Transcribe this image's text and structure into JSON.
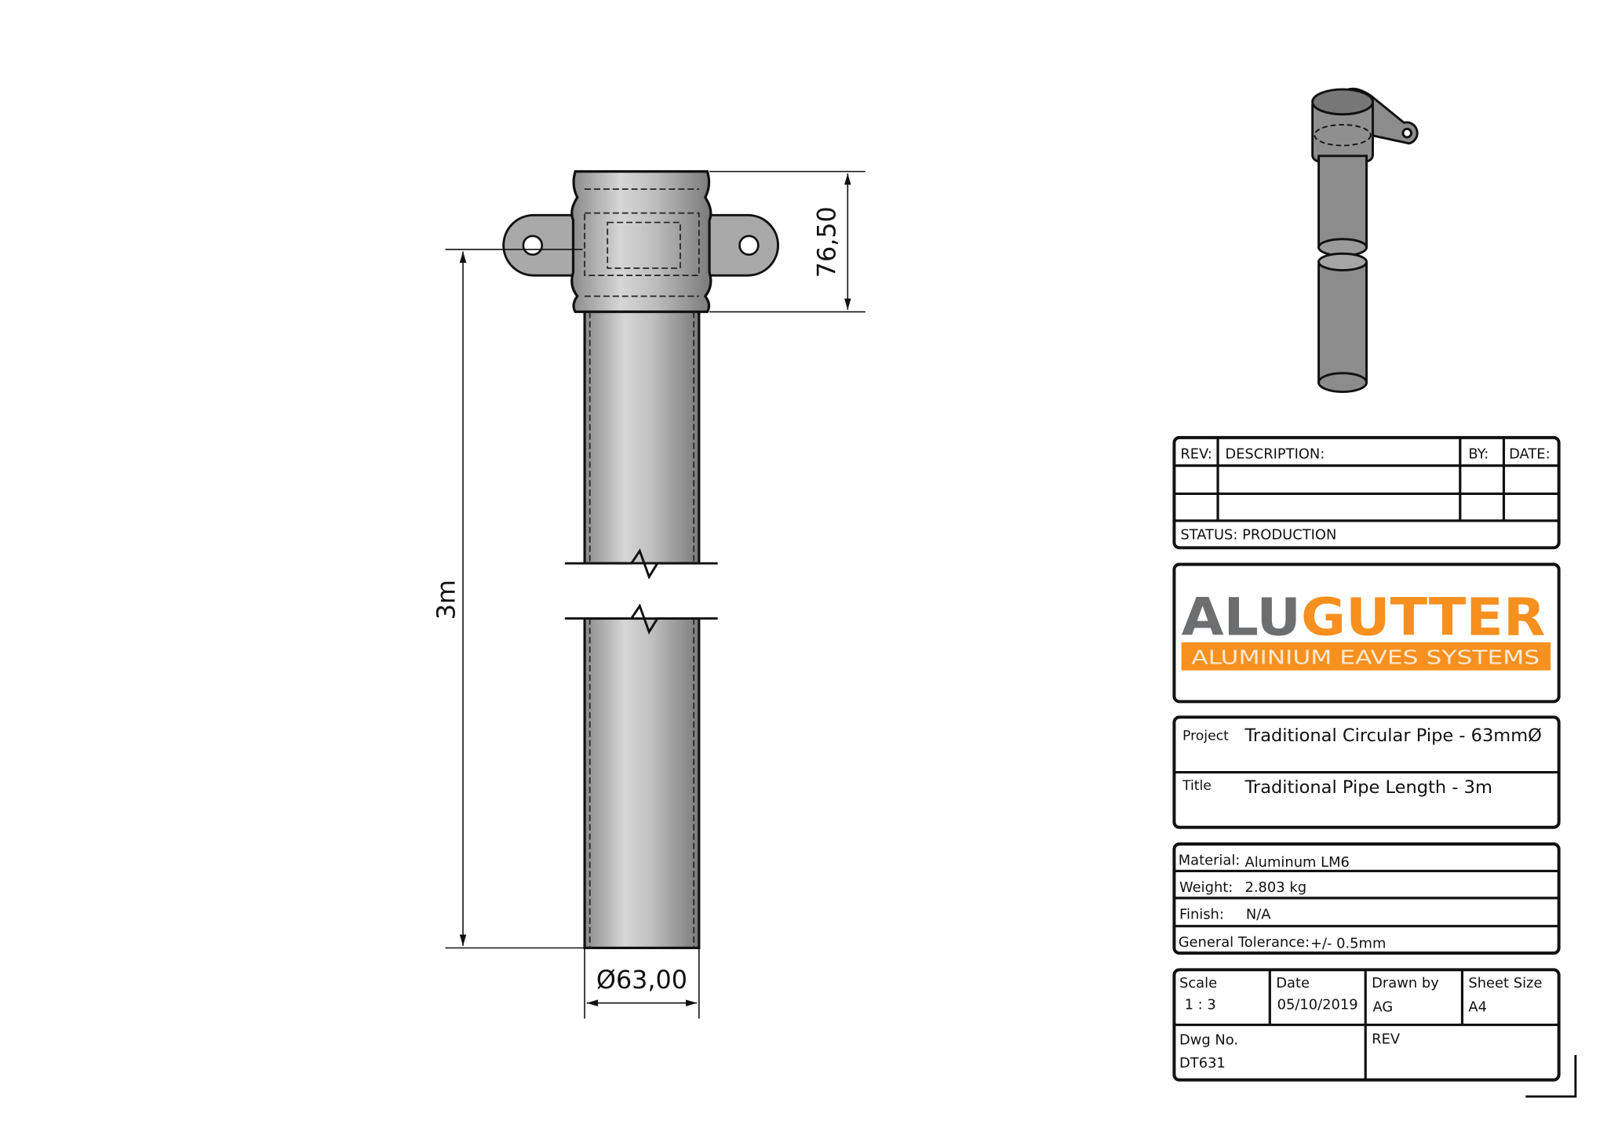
{
  "drawing": {
    "dim_socket_height": "76,50",
    "dim_length": "3m",
    "dim_diameter": "Ø63,00"
  },
  "revision_table": {
    "headers": [
      "REV:",
      "DESCRIPTION:",
      "BY:",
      "DATE:"
    ],
    "status": "STATUS: PRODUCTION"
  },
  "logo": {
    "brand_part1": "ALU",
    "brand_part2": "GUTTER",
    "tagline": "ALUMINIUM EAVES SYSTEMS",
    "colors": {
      "grey": "#6d6e70",
      "orange": "#f7901e"
    }
  },
  "project": {
    "project_label": "Project",
    "project_value": "Traditional Circular Pipe - 63mmØ",
    "title_label": "Title",
    "title_value": "Traditional Pipe Length - 3m"
  },
  "specs": {
    "material_label": "Material:",
    "material_value": "Aluminum LM6",
    "weight_label": "Weight:",
    "weight_value": "2.803 kg",
    "finish_label": "Finish:",
    "finish_value": "N/A",
    "tolerance_label": "General Tolerance:",
    "tolerance_value": "+/- 0.5mm"
  },
  "info": {
    "scale_label": "Scale",
    "scale_value": "1 : 3",
    "date_label": "Date",
    "date_value": "05/10/2019",
    "drawn_label": "Drawn by",
    "drawn_value": "AG",
    "sheet_label": "Sheet Size",
    "sheet_value": "A4",
    "dwg_label": "Dwg No.",
    "dwg_value": "DT631",
    "rev_label": "REV"
  }
}
